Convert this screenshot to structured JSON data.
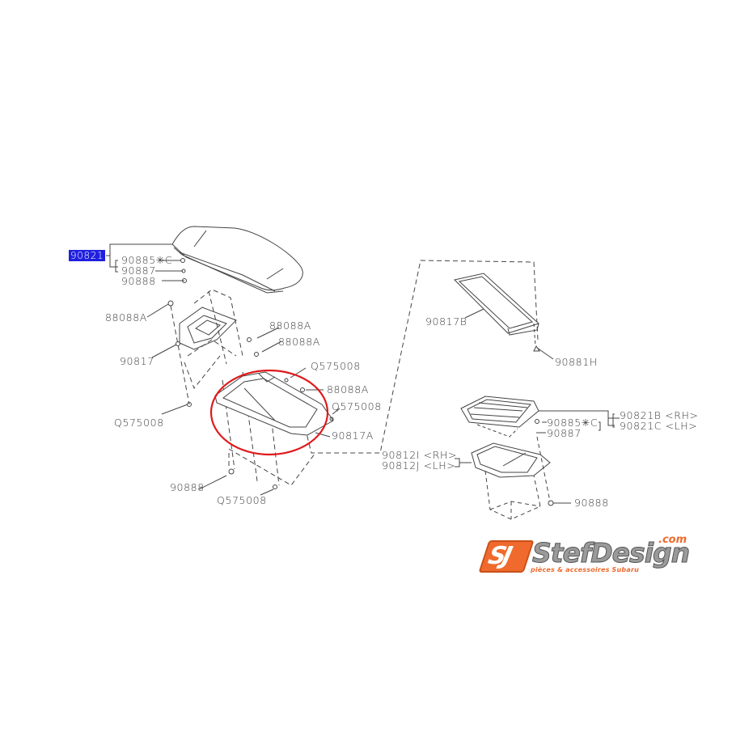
{
  "diagram": {
    "type": "exploded parts diagram - center console / armrest",
    "highlighted_part": "90821",
    "highlight_color": "#1f1fe0",
    "circle_color": "#e0191b",
    "labels": {
      "p90821": "90821",
      "p90885c_top": "90885✳C",
      "p90887_top": "90887",
      "p90888_top": "90888",
      "p88088a_left": "88088A",
      "p90817": "90817",
      "pq575008_left": "Q575008",
      "p88088a_mid1": "88088A",
      "p88088a_mid2": "88088A",
      "pq575008_mid1": "Q575008",
      "p88088a_mid3": "88088A",
      "pq575008_mid2": "Q575008",
      "p90817a": "90817A",
      "p90888_bottom": "90888",
      "pq575008_bottom": "Q575008",
      "p90817b": "90817B",
      "p90881h": "90881H",
      "p90885c_right": "90885✳C",
      "p90887_right": "90887",
      "p90821b": "90821B <RH>",
      "p90821c": "90821C <LH>",
      "p90812i": "90812I <RH>",
      "p90812j": "90812J <LH>",
      "p90888_right": "90888"
    }
  },
  "logo": {
    "badge": "SJ",
    "name": "StefDesign",
    "domain": ".com",
    "tagline": "pièces & accessoires Subaru",
    "accent_color": "#ef6a2c",
    "text_color": "#9a9a9a"
  }
}
